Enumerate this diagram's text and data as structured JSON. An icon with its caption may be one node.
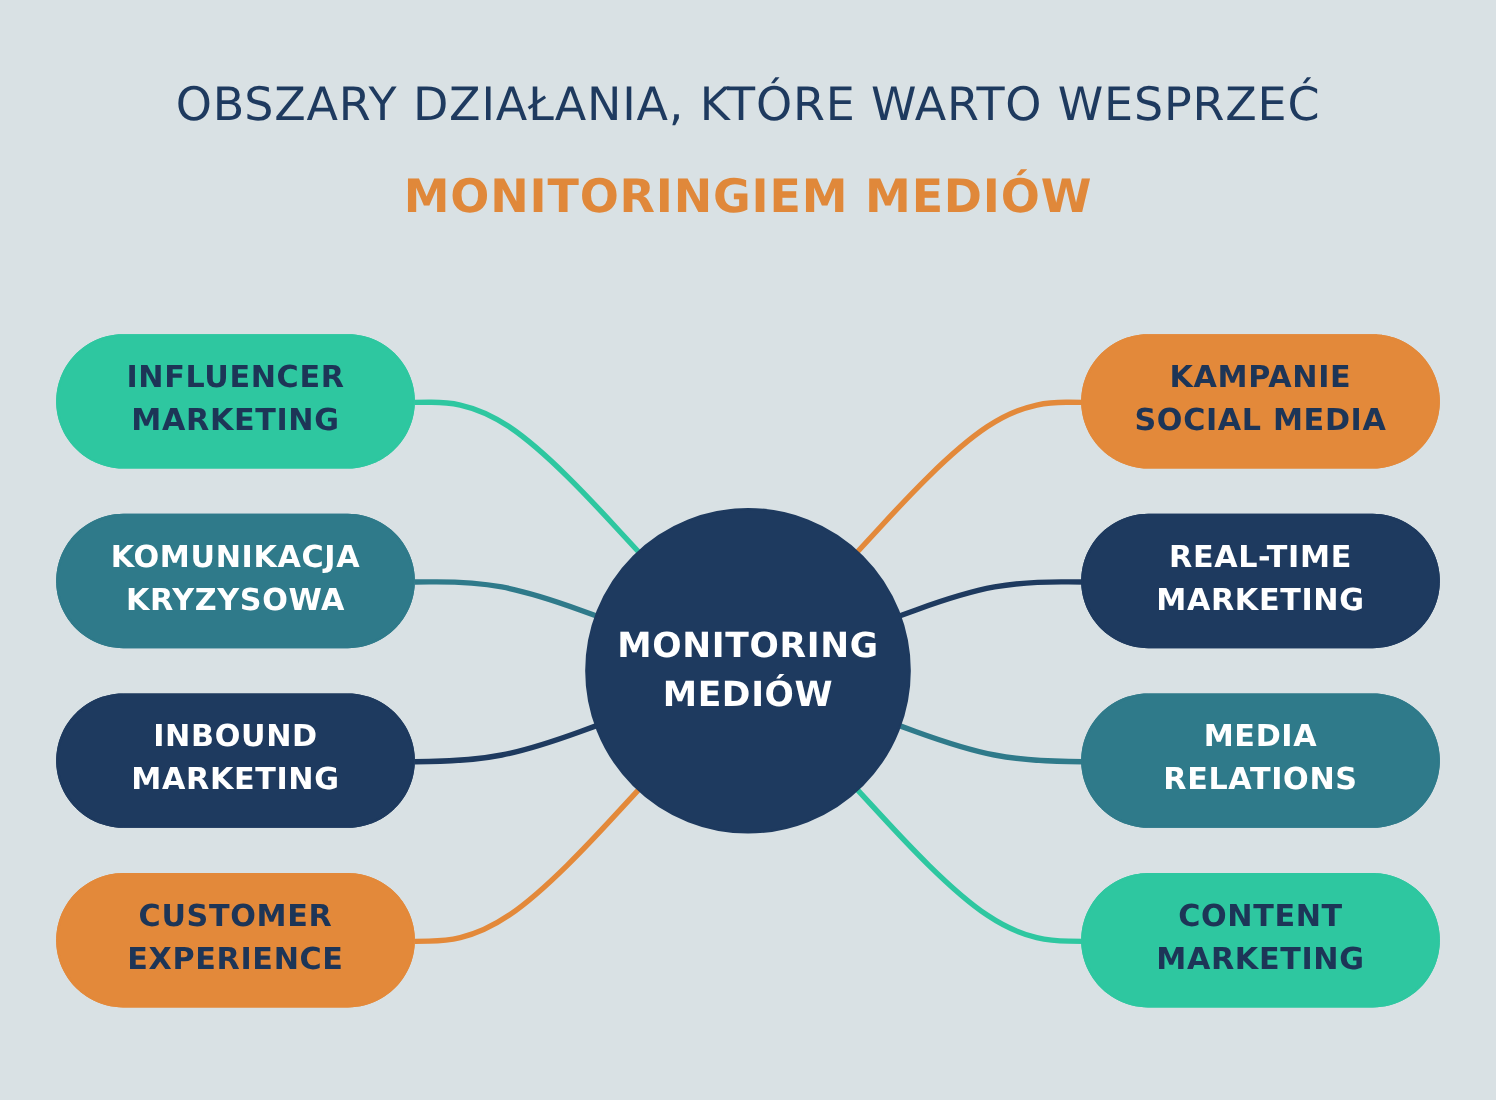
{
  "diagram": {
    "title": "OBSZARY DZIAŁANIA, KTÓRE WARTO WESPRZEĆ MONITORINGIEM MEDIÓW",
    "nodes": [
      {
        "text": [
          "MONITORING MEDIÓW"
        ]
      },
      {
        "text": [
          "INFLUENCER MARKETING"
        ]
      },
      {
        "text": [
          "KOMUNIKACJA KRYZYSOWA"
        ]
      },
      {
        "text": [
          "INBOUND MARKETING"
        ]
      },
      {
        "text": [
          "CUSTOMER EXPERIENCE"
        ]
      },
      {
        "text": [
          "KAMPANIE SOCIAL MEDIA"
        ]
      },
      {
        "text": [
          "REAL-TIME MARKETING"
        ]
      },
      {
        "text": [
          "MEDIA RELATIONS"
        ]
      },
      {
        "text": [
          "CONTENT MARKETING"
        ]
      }
    ],
    "edges": [
      {
        "from": 1,
        "to": 0,
        "arrow": "none",
        "color": "#2ec7a0"
      },
      {
        "from": 2,
        "to": 0,
        "arrow": "none",
        "color": "#2f7a8a"
      },
      {
        "from": 3,
        "to": 0,
        "arrow": "none",
        "color": "#1e3a5f"
      },
      {
        "from": 4,
        "to": 0,
        "arrow": "none",
        "color": "#e3893a"
      },
      {
        "from": 0,
        "to": 5,
        "arrow": "none",
        "color": "#e3893a"
      },
      {
        "from": 0,
        "to": 6,
        "arrow": "none",
        "color": "#1e3a5f"
      },
      {
        "from": 0,
        "to": 7,
        "arrow": "none",
        "color": "#2f7a8a"
      },
      {
        "from": 0,
        "to": 8,
        "arrow": "none",
        "color": "#2ec7a0"
      }
    ]
  }
}
